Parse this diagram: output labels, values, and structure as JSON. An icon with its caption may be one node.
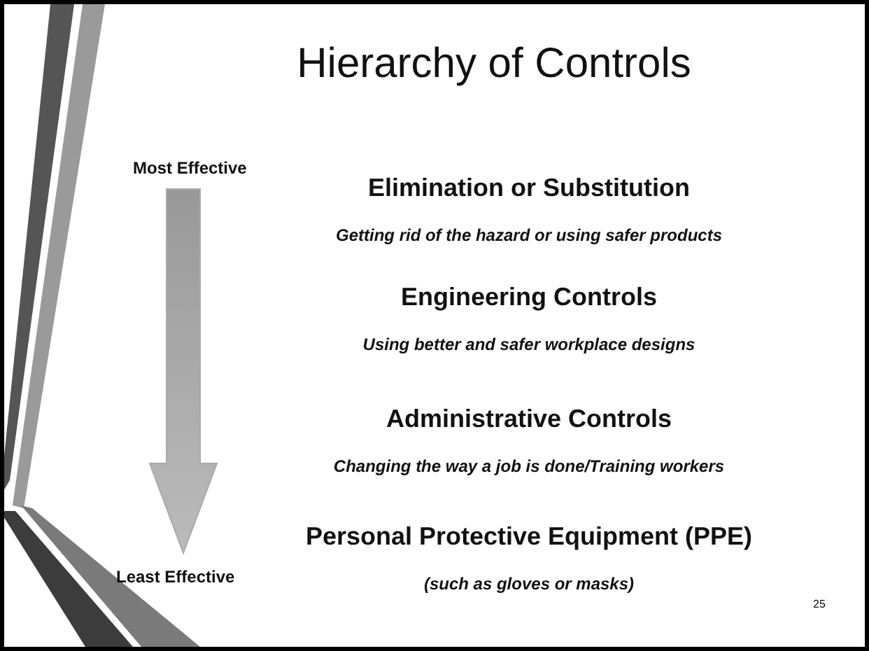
{
  "diagram": {
    "title": "Hierarchy of Controls",
    "labels": [
      "Most Effective",
      "Elimination or Substitution",
      "Getting rid of the hazard or using safer products",
      "Engineering Controls",
      "Using better and safer workplace designs",
      "Administrative Controls",
      "Changing the way a job is done/Training workers",
      "Personal Protective Equipment (PPE)",
      "Least Effective",
      "(such as gloves or masks)",
      "25"
    ]
  }
}
